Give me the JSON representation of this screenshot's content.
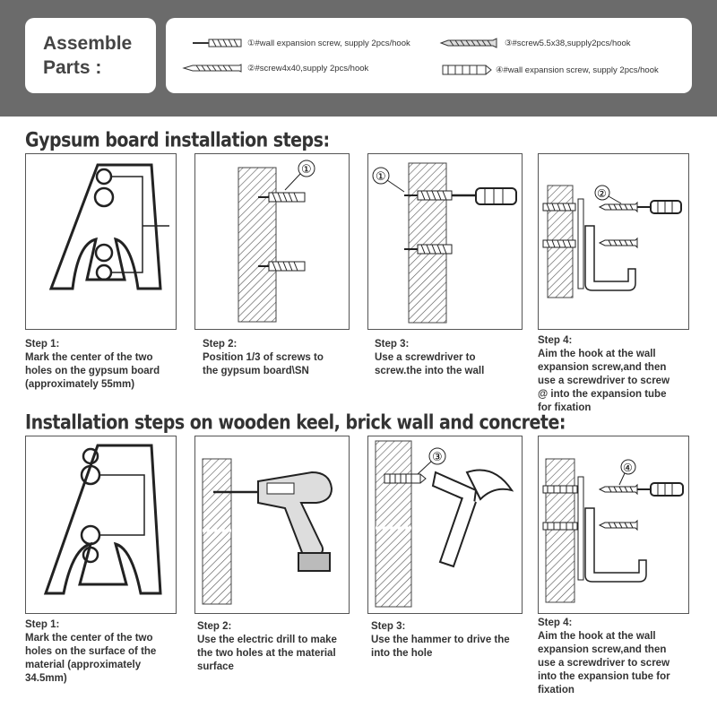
{
  "assemble": {
    "label": "Assemble\nParts :"
  },
  "parts": [
    {
      "text": "①#wall expansion screw, supply 2pcs/hook"
    },
    {
      "text": "②#screw4x40,supply 2pcs/hook"
    },
    {
      "text": "③#screw5.5x38,supply2pcs/hook"
    },
    {
      "text": "④#wall expansion screw, supply 2pcs/hook"
    }
  ],
  "sections": {
    "gypsum": {
      "title": "Gypsum board installation steps:"
    },
    "wood": {
      "title": "Installation steps on wooden keel, brick wall and concrete:"
    }
  },
  "callouts": {
    "c1": "①",
    "c2": "②",
    "c3": "③",
    "c4": "④"
  },
  "gypsum_steps": [
    {
      "heading": "Step 1:",
      "text": "Mark the center of the two\nholes on the gypsum board\n(approximately 55mm)"
    },
    {
      "heading": "Step 2:",
      "text": "Position 1/3 of screws to\nthe gypsum board\\SN"
    },
    {
      "heading": "Step 3:",
      "text": "Use a screwdriver to\nscrew.the into the wall"
    },
    {
      "heading": "Step 4:",
      "text": "Aim the hook at the wall\nexpansion screw,and then\nuse a screwdriver to screw\n@ into the expansion tube\nfor fixation"
    }
  ],
  "wood_steps": [
    {
      "heading": "Step 1:",
      "text": "Mark the center of the two\nholes on the surface of the\nmaterial (approximately\n34.5mm)"
    },
    {
      "heading": "Step 2:",
      "text": "Use the electric drill to make\nthe two holes at the material\nsurface"
    },
    {
      "heading": "Step 3:",
      "text": "Use the hammer to drive the\ninto the hole"
    },
    {
      "heading": "Step 4:",
      "text": "Aim the hook at the wall\nexpansion screw,and then\nuse a screwdriver to screw\ninto the expansion tube for\nfixation"
    }
  ]
}
